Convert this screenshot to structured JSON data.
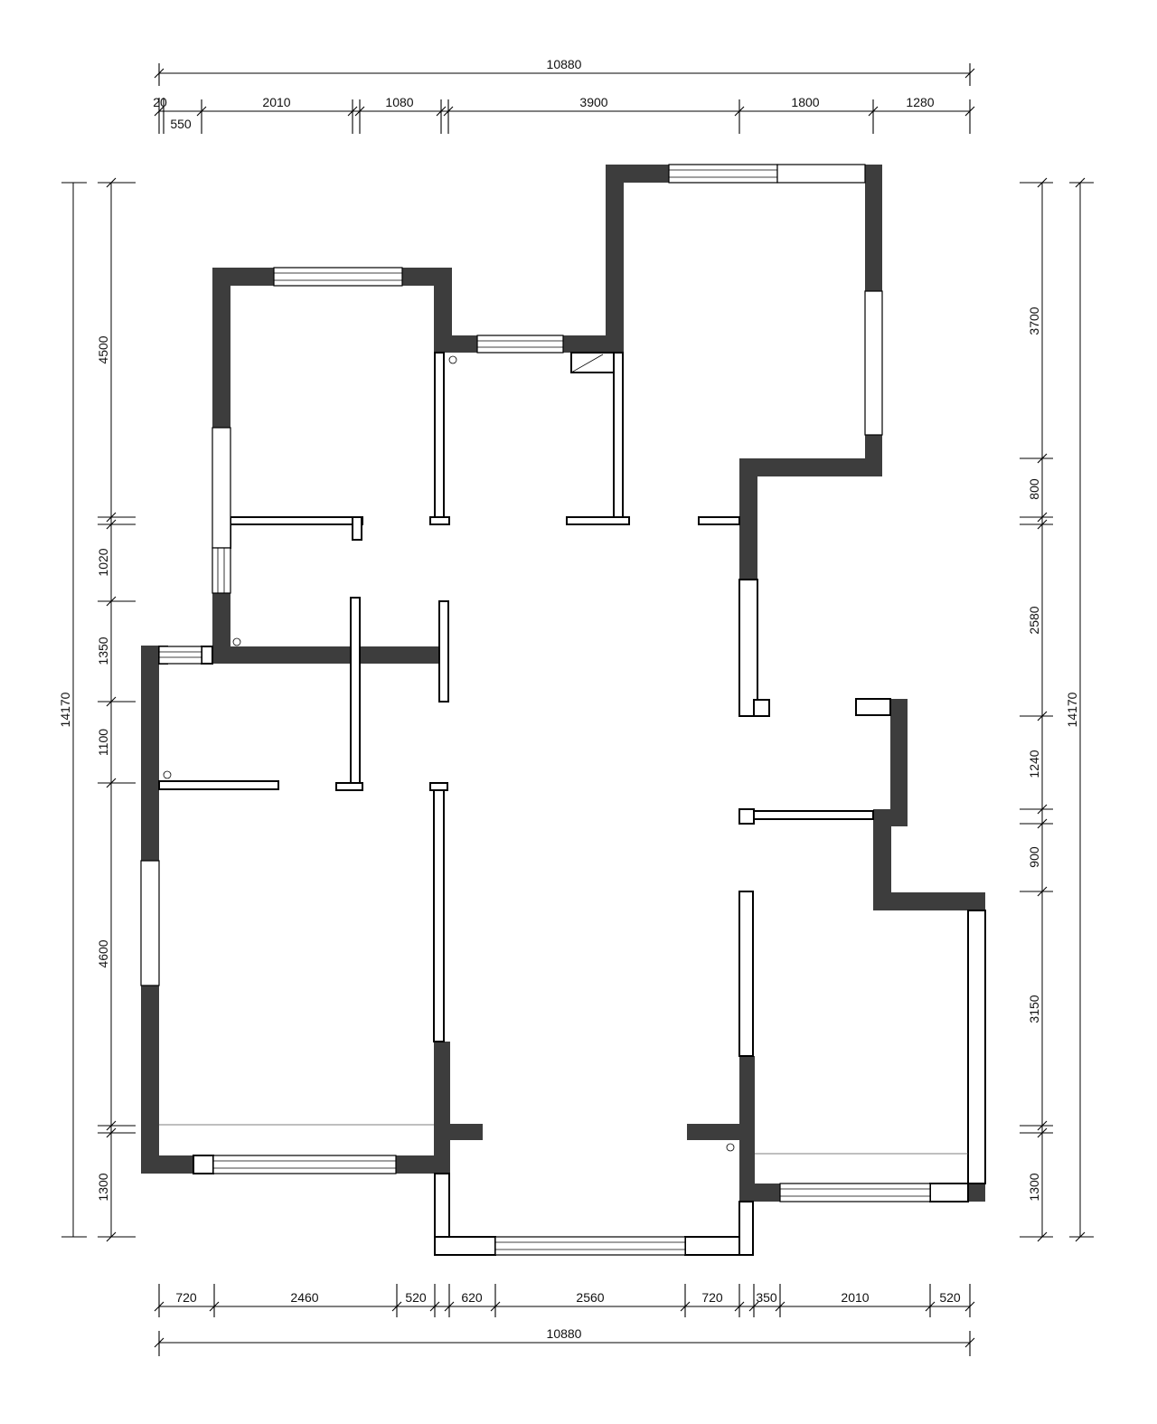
{
  "plan": {
    "top_total": "10880",
    "top_segments": [
      "20",
      "550",
      "2010",
      "1080",
      "3900",
      "1800",
      "1280"
    ],
    "bottom_total": "10880",
    "bottom_segments": [
      "720",
      "2460",
      "520",
      "620",
      "2560",
      "720",
      "350",
      "2010",
      "520"
    ],
    "left_total": "14170",
    "left_segments": [
      "4500",
      "1020",
      "1350",
      "1100",
      "4600",
      "1300"
    ],
    "right_total": "14170",
    "right_segments": [
      "3700",
      "800",
      "2580",
      "1240",
      "900",
      "3150",
      "1300"
    ],
    "colors": {
      "wall": "#3d3d3d",
      "line": "#000000",
      "background": "#ffffff"
    }
  }
}
